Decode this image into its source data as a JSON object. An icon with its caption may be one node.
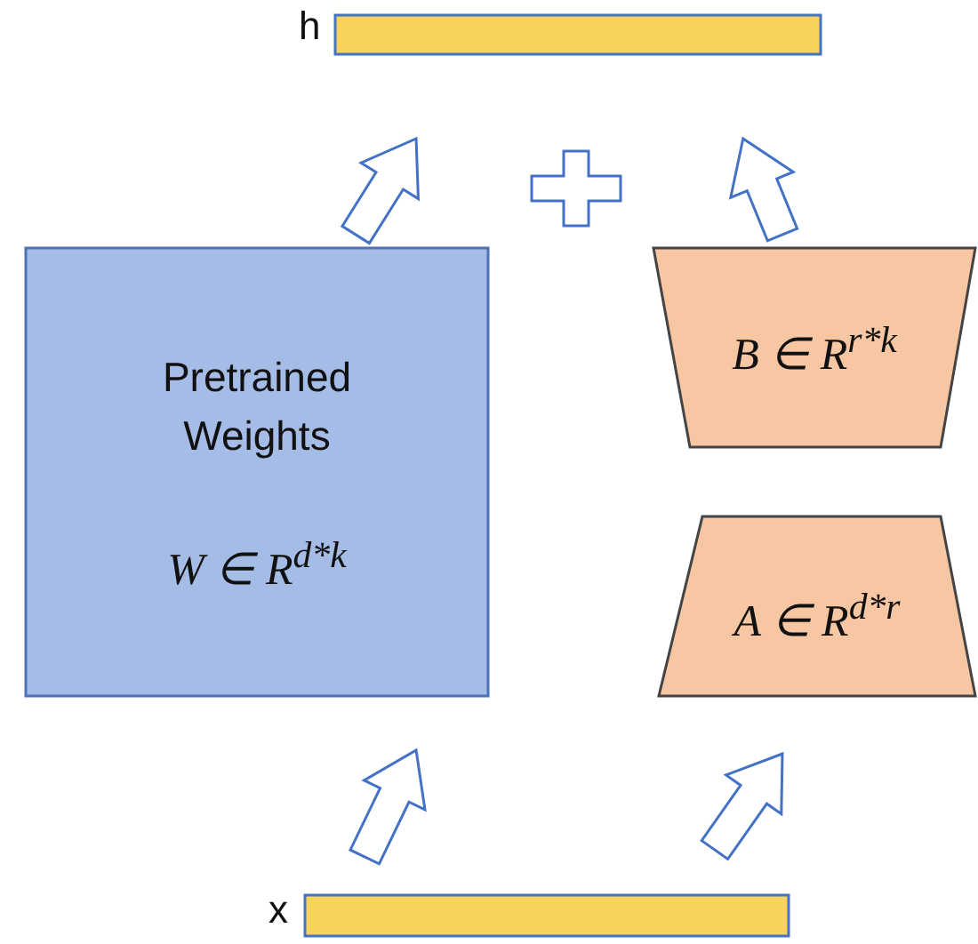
{
  "diagram": {
    "nodes": [
      {
        "text": [],
        "shape": "bar",
        "beside": [
          "h"
        ]
      },
      {
        "text": [
          "Pretrained Weights",
          "W ∈ R$^{d*k}$"
        ]
      },
      {
        "text": [
          "B ∈ R$^{r*k}$"
        ]
      },
      {
        "text": [
          "A ∈ R$^{d*r}$"
        ]
      },
      {
        "text": [],
        "shape": "bar",
        "beside": [
          "x"
        ]
      }
    ],
    "edges": [
      {
        "from": 4,
        "to": 1,
        "arrow": "to"
      },
      {
        "from": 4,
        "to": 3,
        "arrow": "to"
      },
      {
        "from": 1,
        "to": 0,
        "arrow": "to"
      },
      {
        "from": 2,
        "to": 0,
        "arrow": "to"
      }
    ]
  }
}
